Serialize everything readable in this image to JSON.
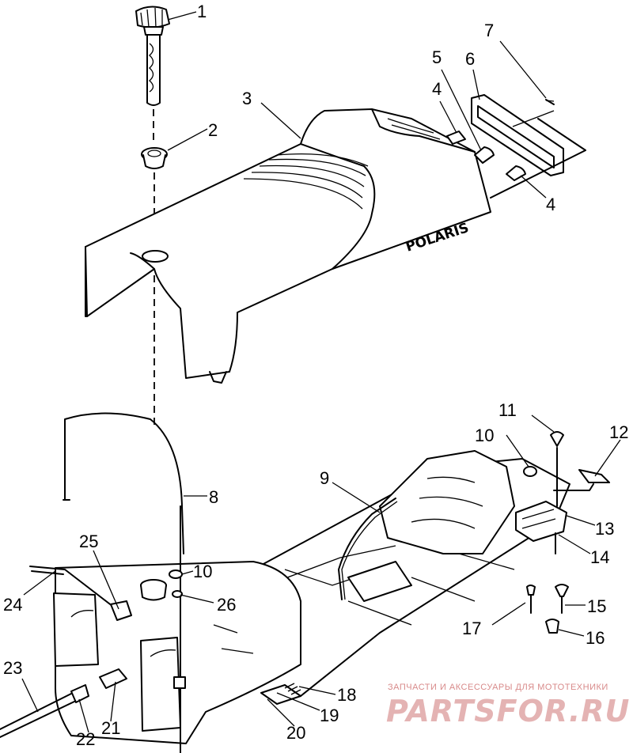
{
  "diagram": {
    "brand_logo_text": "POLARIS",
    "callouts": [
      {
        "id": "c1",
        "label": "1"
      },
      {
        "id": "c2",
        "label": "2"
      },
      {
        "id": "c3",
        "label": "3"
      },
      {
        "id": "c4a",
        "label": "4"
      },
      {
        "id": "c4b",
        "label": "4"
      },
      {
        "id": "c5",
        "label": "5"
      },
      {
        "id": "c6",
        "label": "6"
      },
      {
        "id": "c7",
        "label": "7"
      },
      {
        "id": "c8",
        "label": "8"
      },
      {
        "id": "c9",
        "label": "9"
      },
      {
        "id": "c10a",
        "label": "10"
      },
      {
        "id": "c10b",
        "label": "10"
      },
      {
        "id": "c11",
        "label": "11"
      },
      {
        "id": "c12",
        "label": "12"
      },
      {
        "id": "c13",
        "label": "13"
      },
      {
        "id": "c14",
        "label": "14"
      },
      {
        "id": "c15",
        "label": "15"
      },
      {
        "id": "c16",
        "label": "16"
      },
      {
        "id": "c17",
        "label": "17"
      },
      {
        "id": "c18",
        "label": "18"
      },
      {
        "id": "c19",
        "label": "19"
      },
      {
        "id": "c20",
        "label": "20"
      },
      {
        "id": "c21",
        "label": "21"
      },
      {
        "id": "c22",
        "label": "22"
      },
      {
        "id": "c23",
        "label": "23"
      },
      {
        "id": "c24",
        "label": "24"
      },
      {
        "id": "c25",
        "label": "25"
      },
      {
        "id": "c26",
        "label": "26"
      }
    ]
  },
  "watermark": {
    "tagline": "ЗАПЧАСТИ И АКСЕССУАРЫ ДЛЯ МОТОТЕХНИКИ",
    "site": "PARTSFOR.RU"
  }
}
